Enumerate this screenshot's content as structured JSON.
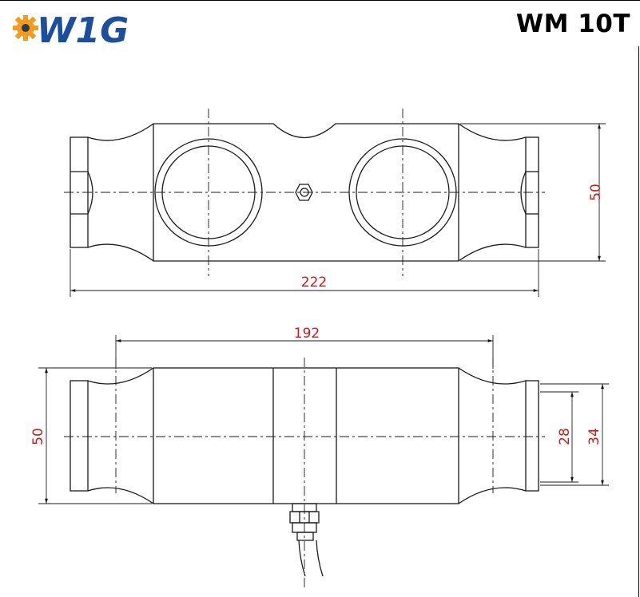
{
  "brand": {
    "logo_text": "W1G",
    "colors": {
      "blue": "#1b4e9c",
      "orange": "#f39b1c",
      "dark": "#2b3a4e"
    }
  },
  "model": "WM 10T",
  "dimensions": {
    "top_height": "50",
    "top_length": "222",
    "side_length": "192",
    "side_height": "50",
    "end_inner": "28",
    "end_outer": "34"
  },
  "colors": {
    "line": "#1a1a1a",
    "dimension": "#cc1a1a"
  }
}
